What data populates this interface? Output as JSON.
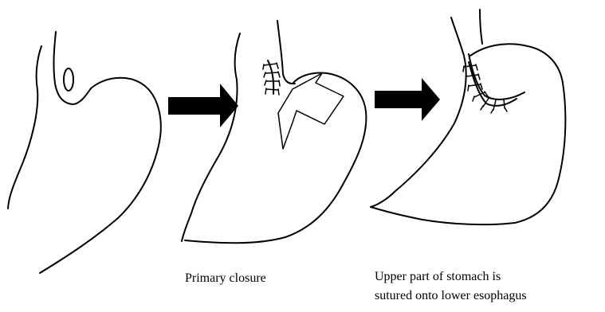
{
  "captions": {
    "primary_closure": "Primary closure",
    "upper_line1": "Upper part of stomach is",
    "upper_line2": "sutured onto lower esophagus"
  },
  "colors": {
    "stroke": "#000000",
    "background": "#ffffff"
  }
}
